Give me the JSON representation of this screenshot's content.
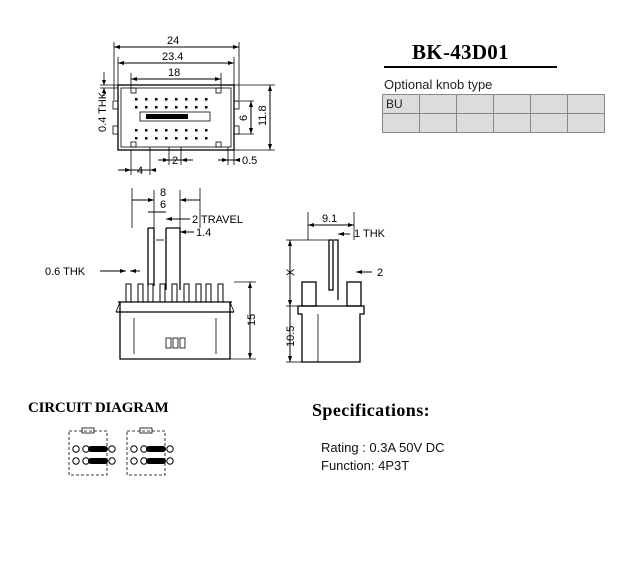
{
  "model": {
    "title": "BK-43D01"
  },
  "knob": {
    "caption": "Optional knob type",
    "rows": [
      [
        "BU",
        "",
        "",
        "",
        "",
        ""
      ],
      [
        "",
        "",
        "",
        "",
        "",
        ""
      ]
    ]
  },
  "top_view": {
    "dims": {
      "overall": "24",
      "outer": "23.4",
      "inner": "18",
      "thk": "0.4 THK",
      "height": "11.8",
      "inner_h": "6",
      "left": "4",
      "pitch": "2",
      "right": "0.5"
    }
  },
  "front_view": {
    "dims": {
      "w1": "8",
      "w2": "6",
      "travel": "2 TRAVEL",
      "lever": "1.4",
      "pin_thk": "0.6 THK",
      "height": "15"
    }
  },
  "side_view": {
    "dims": {
      "width": "9.1",
      "thk": "1 THK",
      "x": "X",
      "pin": "2",
      "height": "10.5"
    }
  },
  "circuit": {
    "title": "CIRCUIT DIAGRAM"
  },
  "specs": {
    "title": "Specifications:",
    "rating": "Rating : 0.3A 50V DC",
    "function": "Function: 4P3T"
  }
}
